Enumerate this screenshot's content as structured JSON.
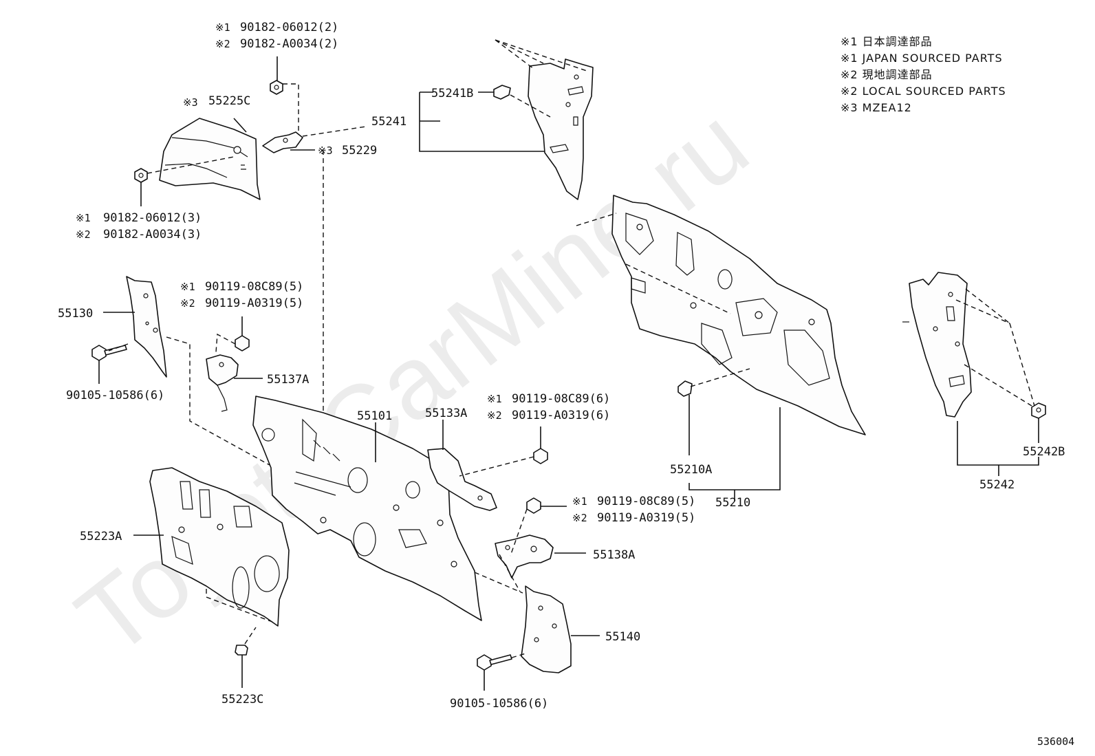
{
  "watermark": "ToyotaCarMine.ru",
  "notes": [
    "※1 日本調達部品",
    "※1 JAPAN SOURCED PARTS",
    "※2 現地調達部品",
    "※2 LOCAL SOURCED PARTS",
    "※3 MZEA12"
  ],
  "labels": {
    "p55225C": "55225C",
    "p55225C_mark": "※3",
    "p55229": "55229",
    "p55229_mark": "※3",
    "nut_top_1": "90182-06012(2)",
    "nut_top_1_mark": "※1",
    "nut_top_2": "90182-A0034(2)",
    "nut_top_2_mark": "※2",
    "nut_bot_1": "90182-06012(3)",
    "nut_bot_1_mark": "※1",
    "nut_bot_2": "90182-A0034(3)",
    "nut_bot_2_mark": "※2",
    "p55241B": "55241B",
    "p55241": "55241",
    "p55130": "55130",
    "bolt_55130": "90105-10586(6)",
    "bolt_137_1": "90119-08C89(5)",
    "bolt_137_1_mark": "※1",
    "bolt_137_2": "90119-A0319(5)",
    "bolt_137_2_mark": "※2",
    "p55137A": "55137A",
    "p55101": "55101",
    "p55133A": "55133A",
    "bolt_133_1": "90119-08C89(6)",
    "bolt_133_1_mark": "※1",
    "bolt_133_2": "90119-A0319(6)",
    "bolt_133_2_mark": "※2",
    "p55223A": "55223A",
    "p55223C": "55223C",
    "bolt_138_1": "90119-08C89(5)",
    "bolt_138_1_mark": "※1",
    "bolt_138_2": "90119-A0319(5)",
    "bolt_138_2_mark": "※2",
    "p55138A": "55138A",
    "p55140": "55140",
    "bolt_55140": "90105-10586(6)",
    "p55210A": "55210A",
    "p55210": "55210",
    "p55242B": "55242B",
    "p55242": "55242",
    "diagram_id": "536004"
  }
}
